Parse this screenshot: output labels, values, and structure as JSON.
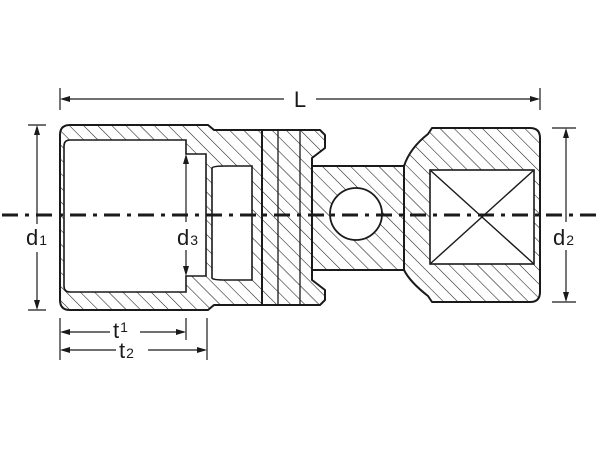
{
  "labels": {
    "L": "L",
    "d1_main": "d",
    "d1_sub": "1",
    "d2_main": "d",
    "d2_sub": "2",
    "d3_main": "d",
    "d3_sub": "3",
    "t1_main": "t",
    "t1_sub": "1",
    "t2_main": "t",
    "t2_sub": "2"
  },
  "colors": {
    "line": "#1a1a1a",
    "background": "#ffffff"
  }
}
